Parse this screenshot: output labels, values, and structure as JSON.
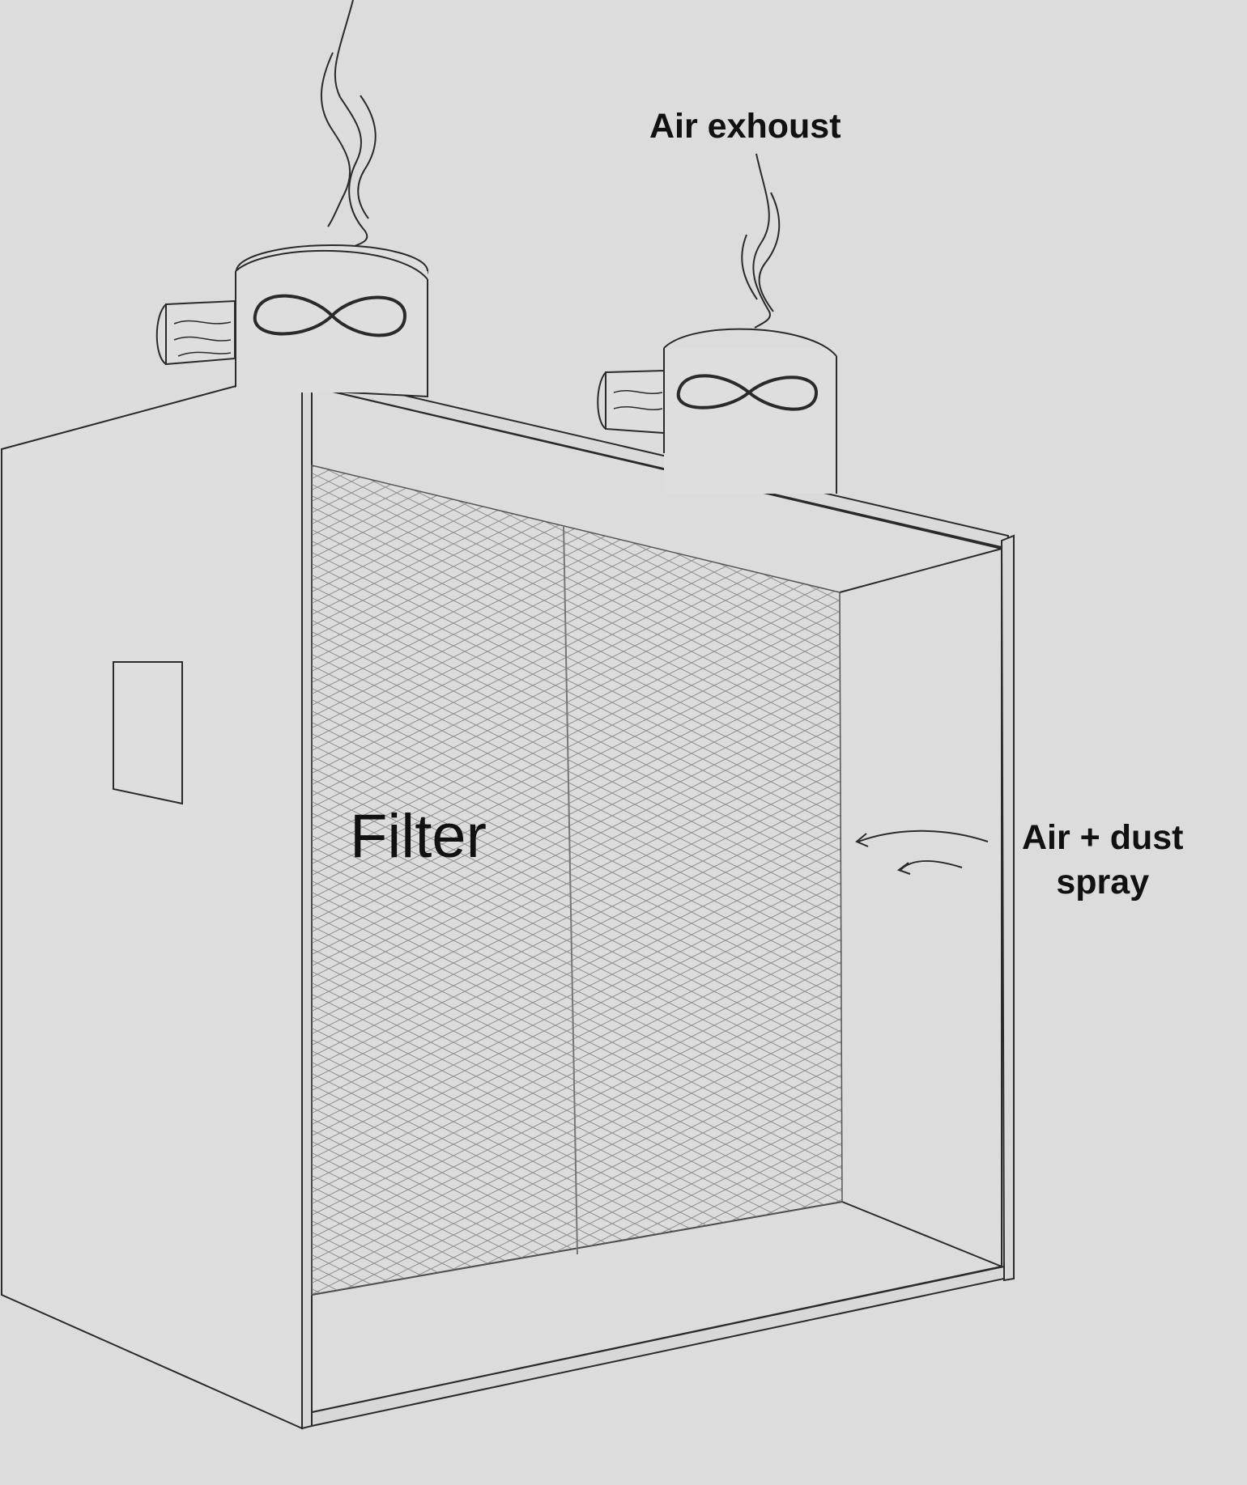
{
  "labels": {
    "air_exhaust": "Air exhoust",
    "filter": "Filter",
    "air_dust_spray_line1": "Air + dust",
    "air_dust_spray_line2": "spray"
  },
  "colors": {
    "background": "#dcdcdc",
    "line": "#2a2a2a",
    "mesh": "#8a8a8a",
    "text": "#111111"
  }
}
